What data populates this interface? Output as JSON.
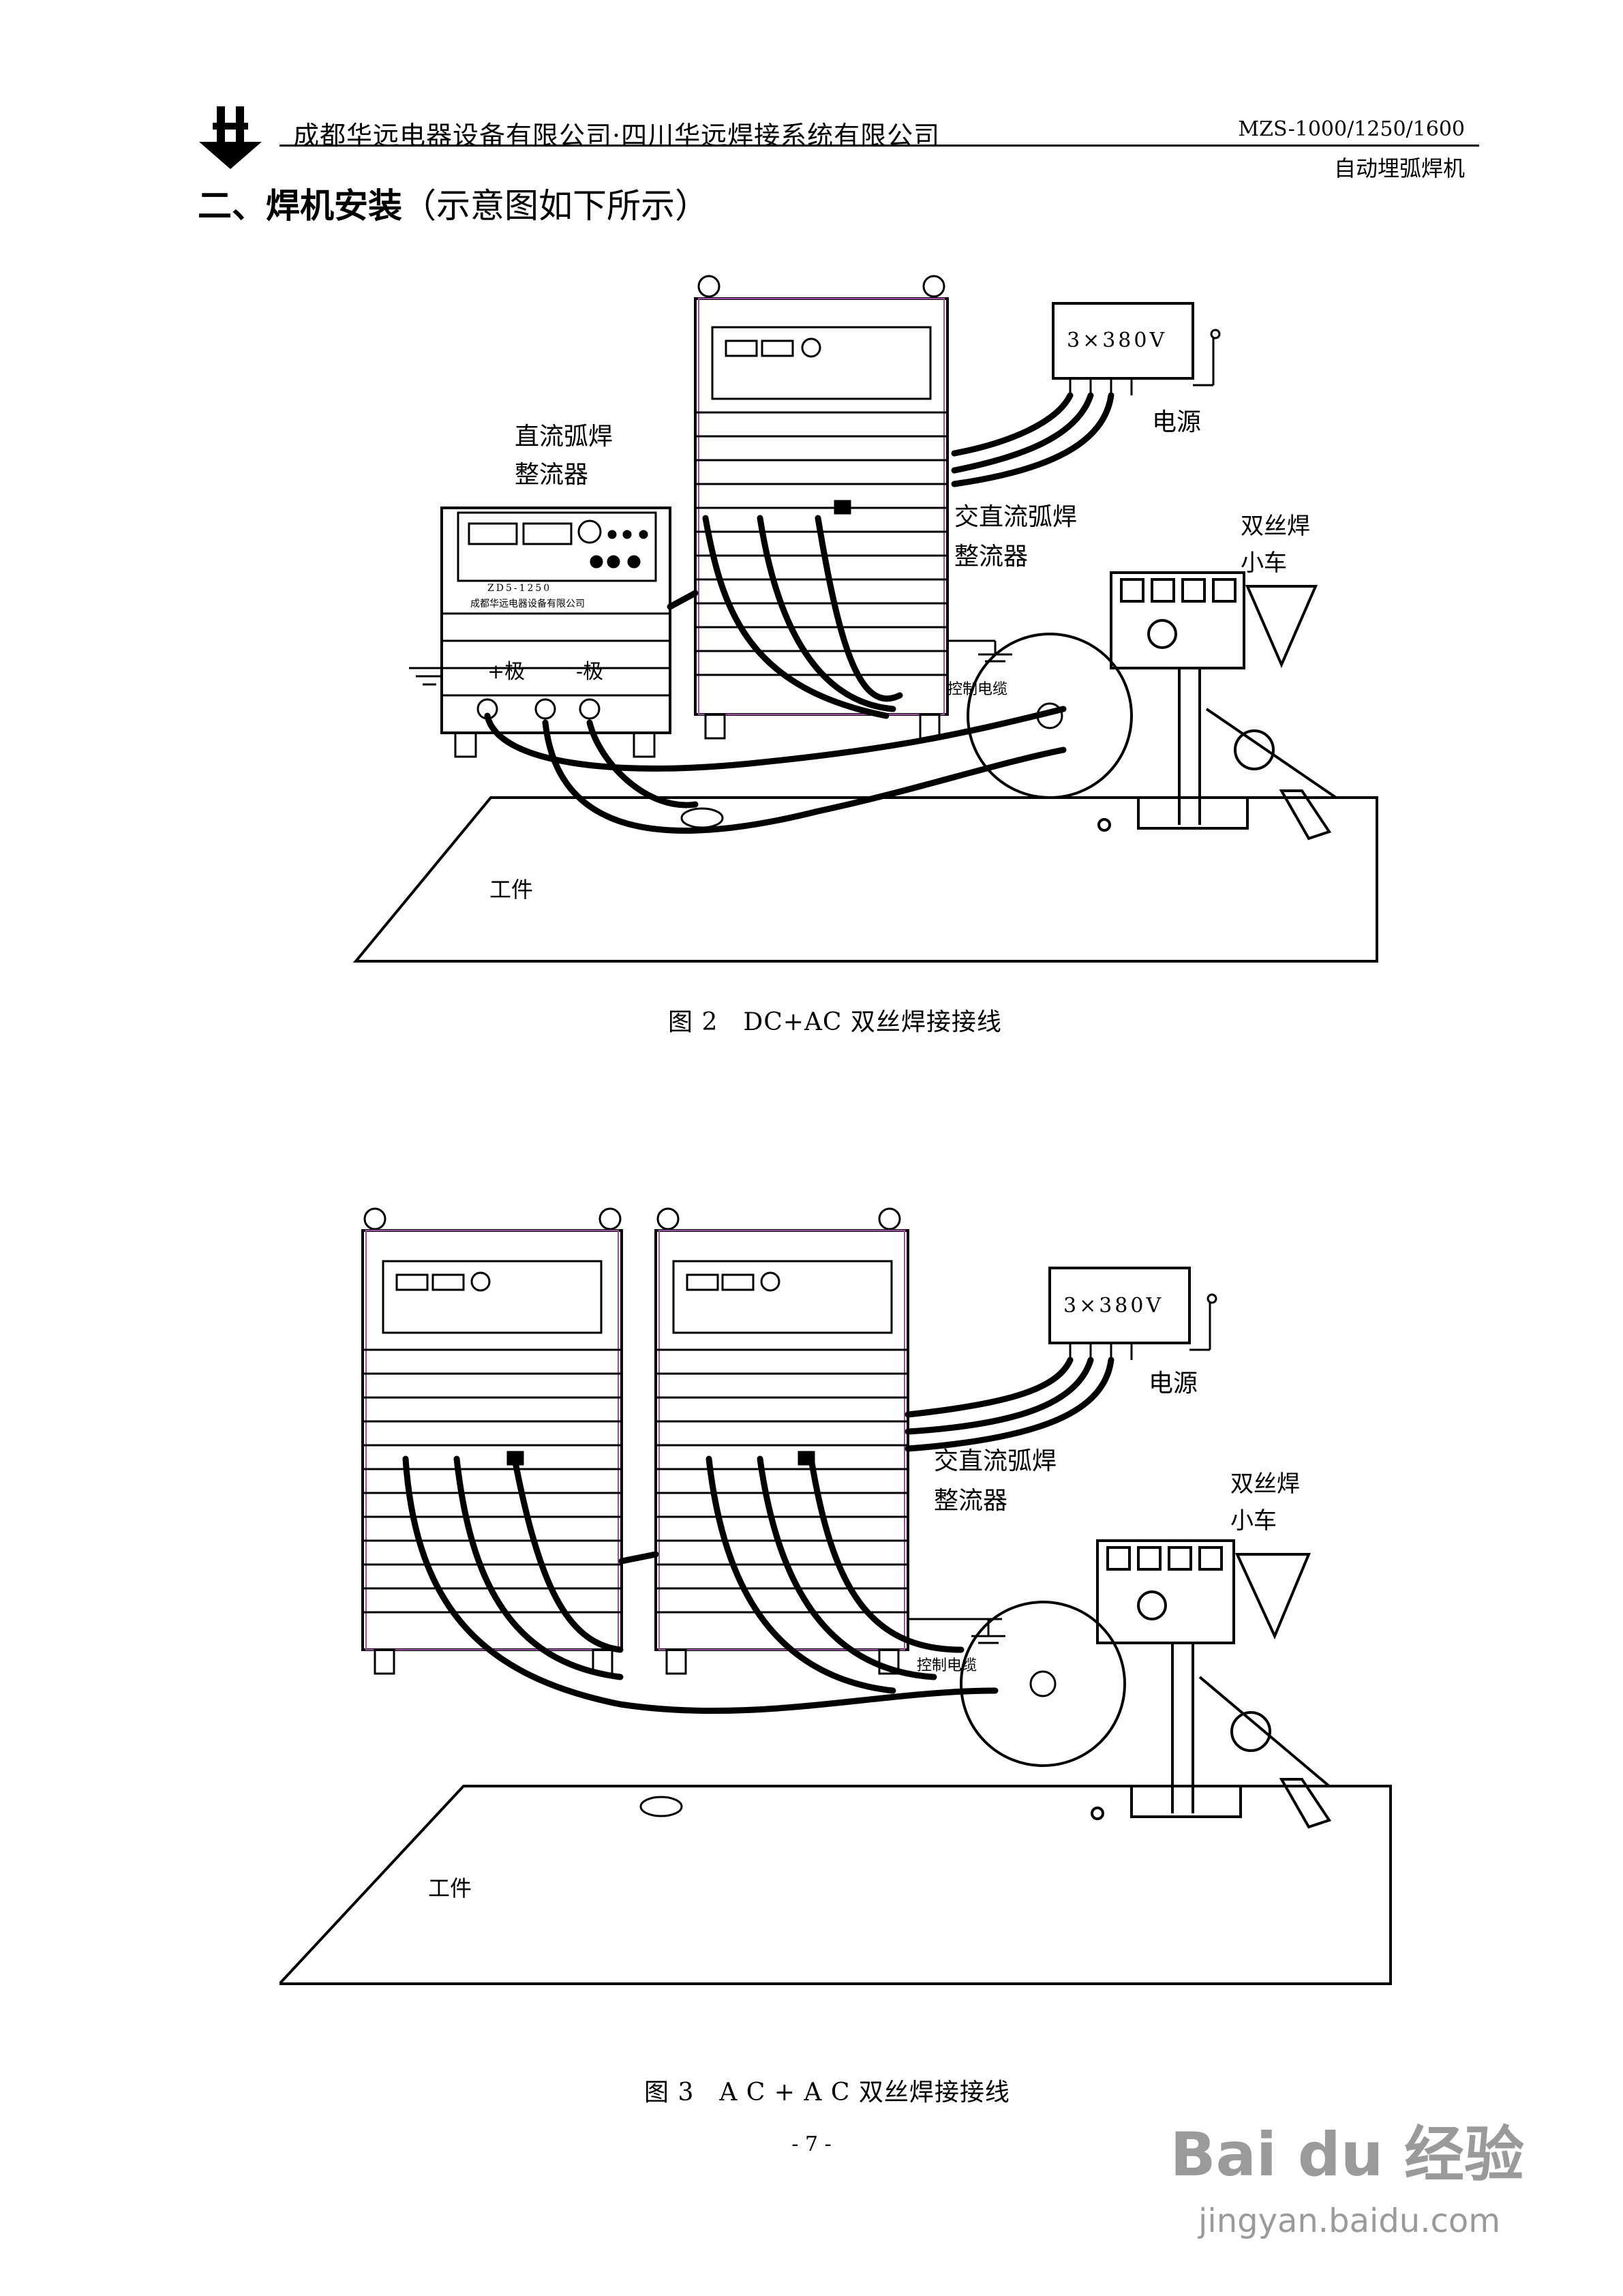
{
  "header": {
    "company": "成都华远电器设备有限公司·四川华远焊接系统有限公司",
    "model": "MZS-1000/1250/1600",
    "product": "自动埋弧焊机"
  },
  "section": {
    "title": "二、焊机安装",
    "note": "（示意图如下所示）"
  },
  "figure2": {
    "labels": {
      "dc_rectifier": [
        "直流弧焊",
        "整流器"
      ],
      "ac_dc_rectifier": [
        "交直流弧焊",
        "整流器"
      ],
      "power": "电源",
      "power_spec": "3×380V",
      "tractor": [
        "双丝焊",
        "小车"
      ],
      "workpiece": "工件",
      "control_cable": "控制电缆",
      "plus": "+极",
      "minus": "-极",
      "dc_model": "ZD5-1250",
      "dc_maker": "成都华远电器设备有限公司"
    },
    "caption": "图 2　DC+AC 双丝焊接接线"
  },
  "figure3": {
    "labels": {
      "ac_dc_rectifier": [
        "交直流弧焊",
        "整流器"
      ],
      "power": "电源",
      "power_spec": "3×380V",
      "tractor": [
        "双丝焊",
        "小车"
      ],
      "workpiece": "工件",
      "control_cable": "控制电缆"
    },
    "caption": "图 3　A C + A C 双丝焊接接线"
  },
  "page_number": "- 7 -",
  "watermark": {
    "brand": "Bai du 经验",
    "url": "jingyan.baidu.com"
  }
}
